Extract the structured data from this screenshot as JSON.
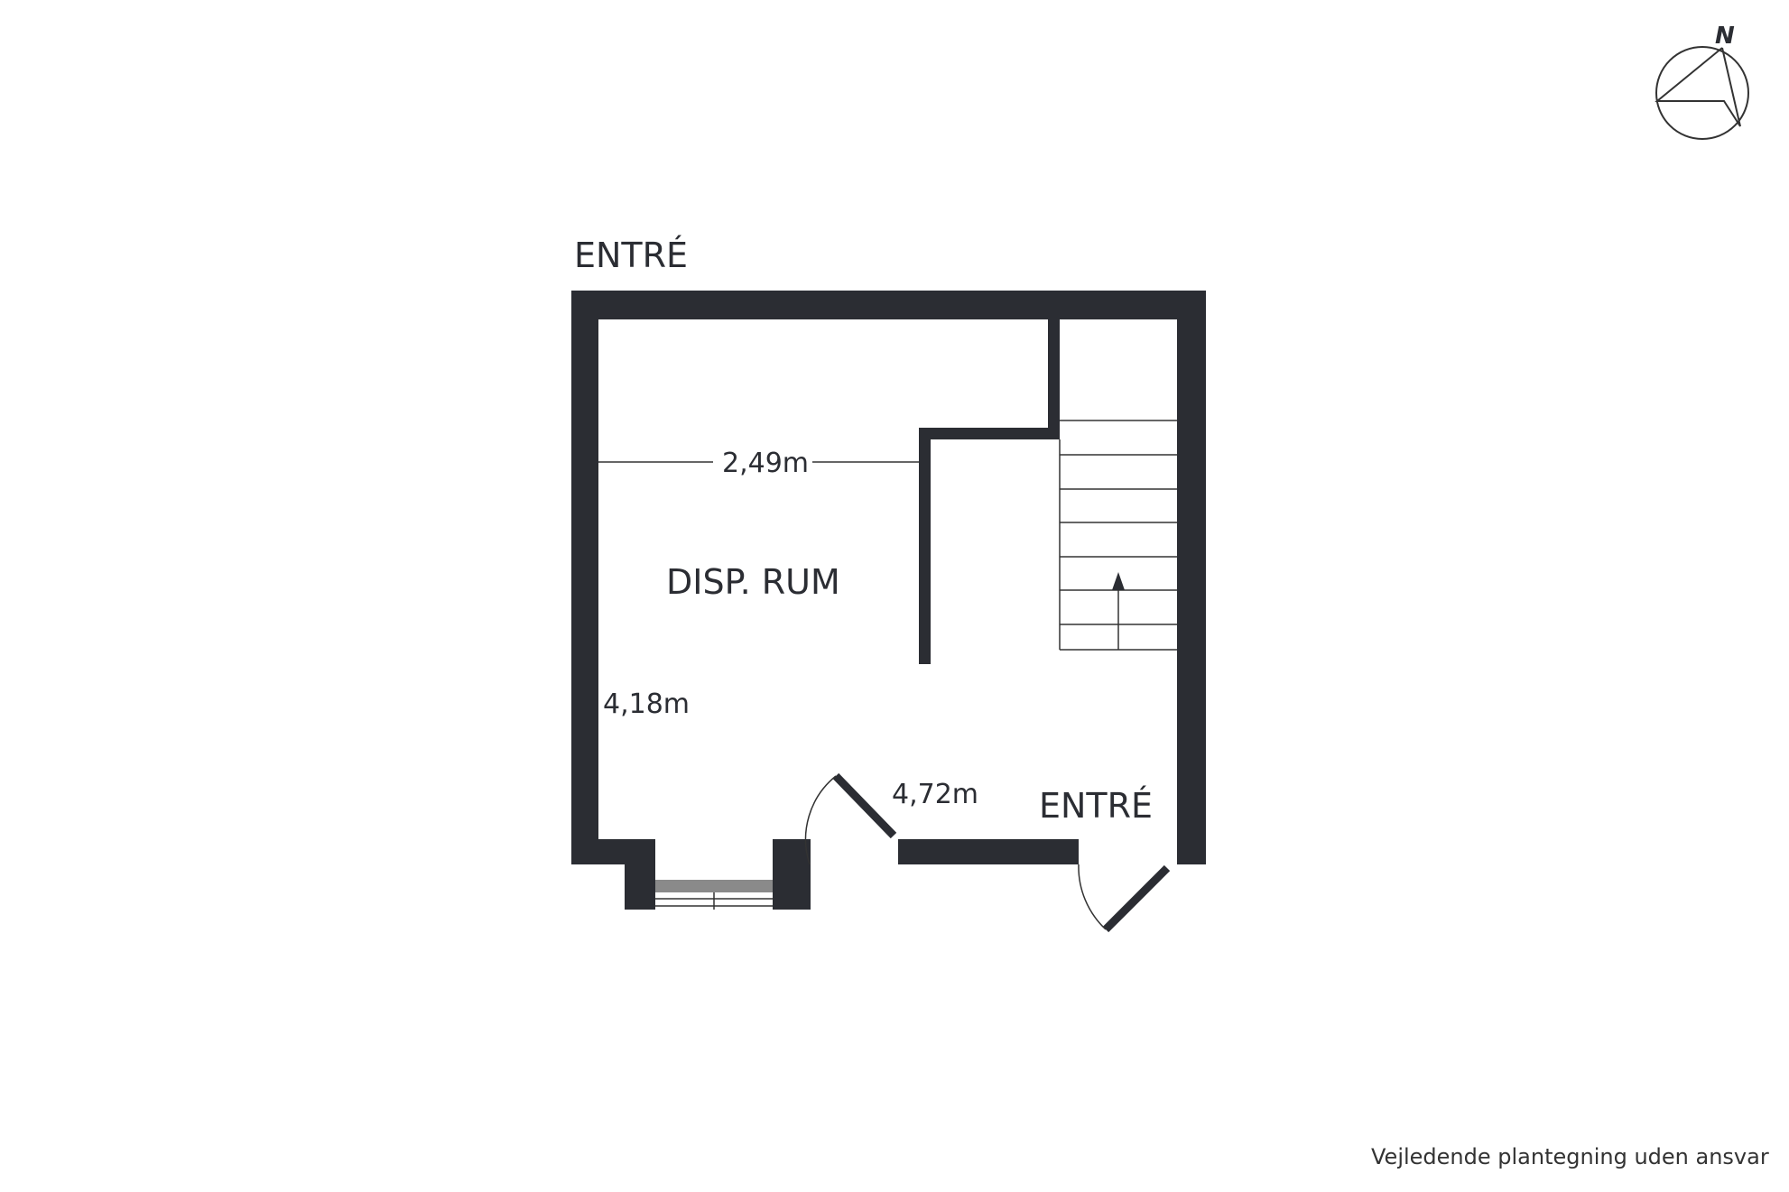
{
  "compass": {
    "north_label": "N"
  },
  "rooms": {
    "entre_top": "ENTRÉ",
    "disp_rum": "DISP. RUM",
    "entre_bottom": "ENTRÉ"
  },
  "dimensions": {
    "width_inner": "2,49m",
    "height": "4,18m",
    "width_total": "4,72m"
  },
  "footer": {
    "disclaimer": "Vejledende plantegning uden ansvar"
  },
  "colors": {
    "wall": "#2b2d33",
    "window": "#8a8a8a"
  }
}
